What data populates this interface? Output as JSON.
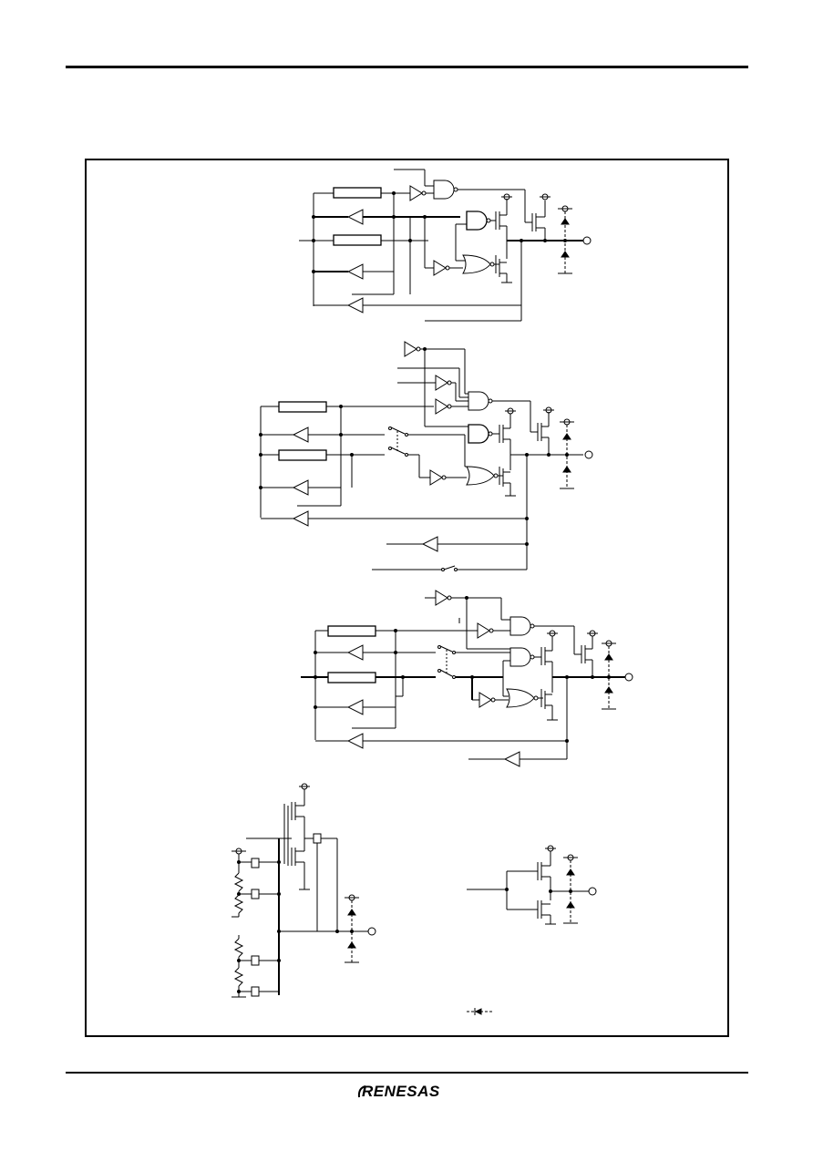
{
  "page": {
    "brand": {
      "logo_text": "RENESAS"
    }
  },
  "figure": {
    "circuits": [
      {
        "id": "port-a",
        "description_hidden": true
      },
      {
        "id": "port-b"
      },
      {
        "id": "port-c"
      },
      {
        "id": "port-d-analog"
      },
      {
        "id": "port-e-output"
      }
    ],
    "legend": {
      "icon": "diode-dashed-icon"
    }
  },
  "colors": {
    "ink": "#000000",
    "paper": "#ffffff"
  }
}
